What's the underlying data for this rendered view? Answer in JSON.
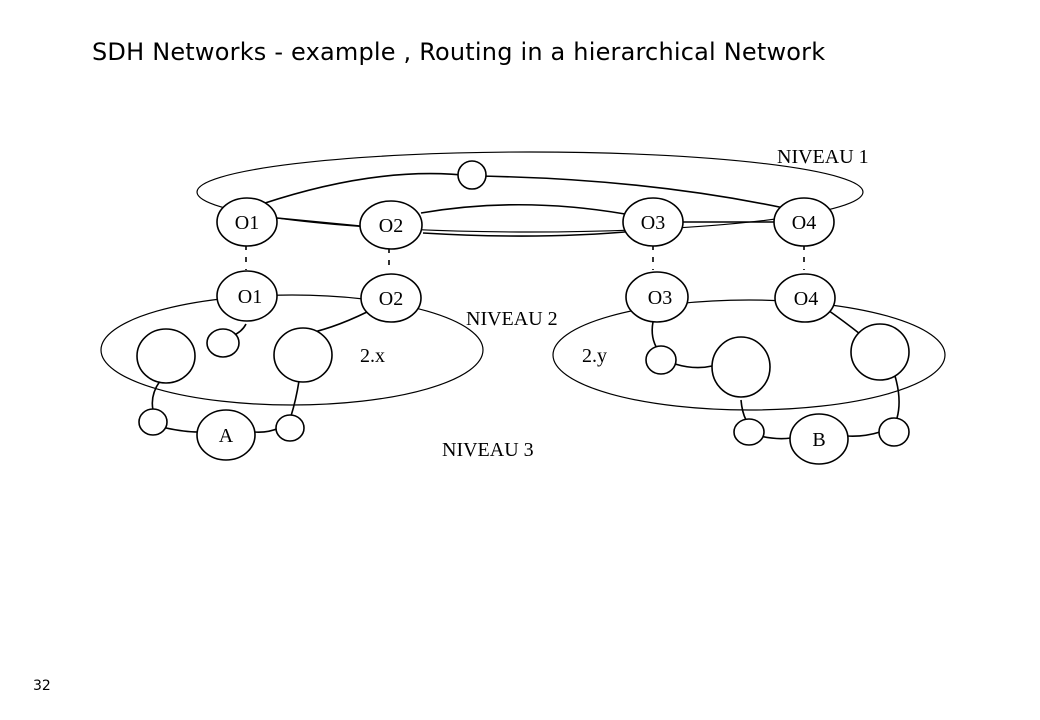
{
  "slide": {
    "title": "SDH Networks - example , Routing in a hierarchical Network",
    "page_number": "32"
  },
  "diagram": {
    "levels": {
      "level1": "NIVEAU 1",
      "level2": "NIVEAU 2",
      "level3": "NIVEAU 3"
    },
    "subnets": {
      "left": "2.x",
      "right": "2.y"
    },
    "level1_nodes": [
      "O1",
      "O2",
      "O3",
      "O4"
    ],
    "level2_nodes": [
      "O1",
      "O2",
      "O3",
      "O4"
    ],
    "endpoints": {
      "a": "A",
      "b": "B"
    }
  }
}
